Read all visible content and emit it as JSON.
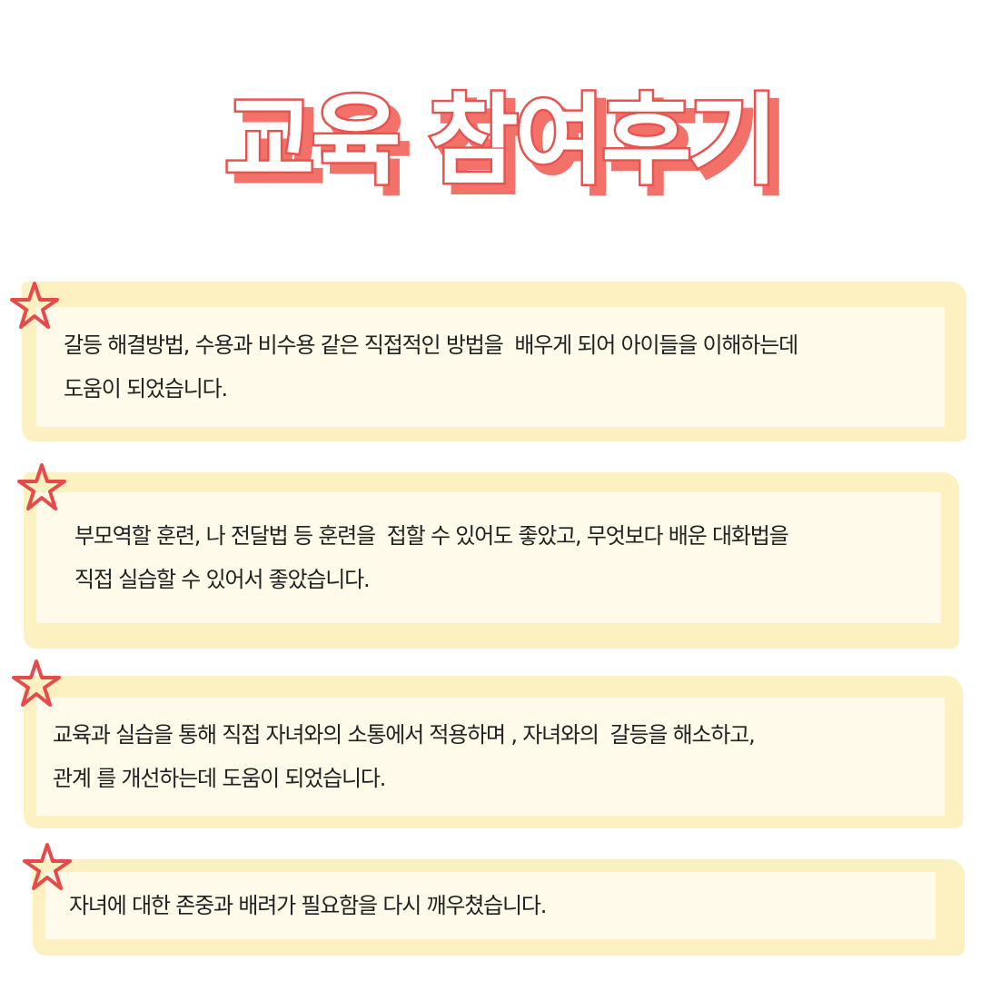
{
  "title": "교육 참여후기",
  "colors": {
    "title_fill": "#ffffff",
    "title_outline": "#e8534f",
    "title_shadow": "#f2726a",
    "tape": "#fdf1c2",
    "card": "#fffaea",
    "star": "#e84a4a",
    "text": "#222222"
  },
  "reviews": [
    {
      "line1": "갈등 해결방법, 수용과 비수용 같은 직접적인 방법을  배우게 되어 아이들을 이해하는데",
      "line2": "도움이 되었습니다."
    },
    {
      "line1": "부모역할 훈련, 나 전달법 등 훈련을  접할 수 있어도 좋았고, 무엇보다 배운 대화법을",
      "line2": "직접 실습할 수 있어서 좋았습니다."
    },
    {
      "line1": "교육과 실습을 통해 직접 자녀와의 소통에서 적용하며 , 자녀와의  갈등을 해소하고,",
      "line2": "관계 를 개선하는데 도움이 되었습니다."
    },
    {
      "line1": "자녀에 대한 존중과 배려가 필요함을 다시 깨우쳤습니다.",
      "line2": ""
    }
  ],
  "icons": [
    "star-icon"
  ]
}
